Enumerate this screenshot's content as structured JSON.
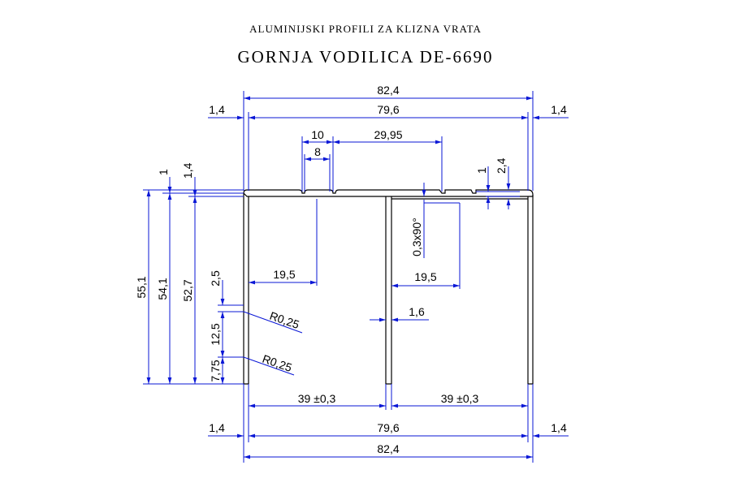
{
  "header": {
    "subtitle": "ALUMINIJSKI PROFILI ZA KLIZNA VRATA",
    "title": "GORNJA VODILICA DE-6690"
  },
  "dimensions": {
    "overall_top": "82,4",
    "inner_top": "79,6",
    "wall_top_left": "1,4",
    "wall_top_right": "1,4",
    "slot_outer": "10",
    "slot_inner": "8",
    "slot_offset": "29,95",
    "groove_1": "1",
    "groove_2": "2,4",
    "left_small_1": "1",
    "left_small_2": "1,4",
    "height_outer": "55,1",
    "height_mid": "54,1",
    "height_inner": "52,7",
    "left_offset_1": "2,5",
    "left_offset_2": "12,5",
    "left_offset_3": "7,75",
    "radius_1": "R0,25",
    "radius_2": "R0,25",
    "inner_left_1": "19,5",
    "inner_right_1": "19,5",
    "chamfer": "0,3x90°",
    "center_wall": "1,6",
    "channel_left": "39 ±0,3",
    "channel_right": "39 ±0,3",
    "bottom_inner": "79,6",
    "bottom_overall": "82,4",
    "bottom_wall_left": "1,4",
    "bottom_wall_right": "1,4"
  },
  "colors": {
    "dimension_lines": "#0a17d6",
    "profile": "#000000"
  }
}
